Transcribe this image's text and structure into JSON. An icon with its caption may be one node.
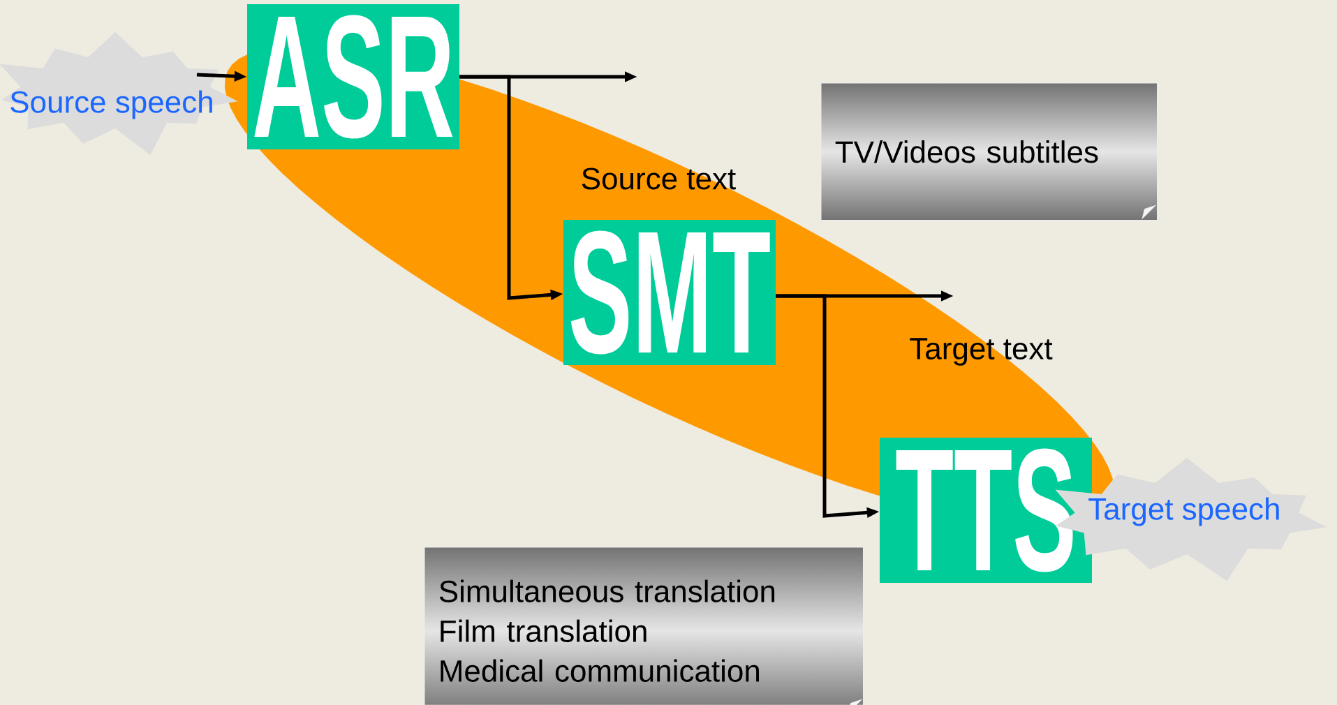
{
  "diagram": {
    "nodes": [
      {
        "text": [
          "Source speech"
        ]
      },
      {
        "text": [
          "ASR"
        ]
      },
      {
        "text": [
          "TV/Videos subtitles"
        ]
      },
      {
        "text": [
          "SMT"
        ]
      },
      {
        "text": [
          "TTS"
        ]
      },
      {
        "text": [
          "Target speech"
        ]
      },
      {
        "text": [
          "Simultaneous translation",
          "Film translation",
          "Medical communication"
        ]
      }
    ],
    "edges": [
      {
        "from": 0,
        "to": 1,
        "arrow": "to"
      },
      {
        "from": 1,
        "to": null,
        "arrow": "to"
      },
      {
        "from": 1,
        "to": 3,
        "arrow": "to"
      },
      {
        "from": 3,
        "to": null,
        "arrow": "to"
      },
      {
        "from": 3,
        "to": 4,
        "arrow": "to"
      }
    ],
    "labels": [
      "Source text",
      "Target text"
    ]
  }
}
